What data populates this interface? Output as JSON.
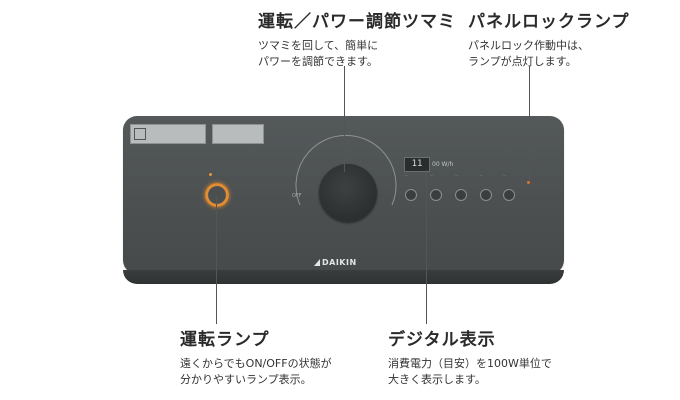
{
  "callouts": {
    "power_knob": {
      "title": "運転／パワー調節ツマミ",
      "desc1": "ツマミを回して、簡単に",
      "desc2": "パワーを調節できます。"
    },
    "panel_lock": {
      "title": "パネルロックランプ",
      "desc1": "パネルロック作動中は、",
      "desc2": "ランプが点灯します。"
    },
    "run_lamp": {
      "title": "運転ランプ",
      "desc1": "遠くからでもON/OFFの状態が",
      "desc2": "分かりやすいランプ表示。"
    },
    "digital": {
      "title": "デジタル表示",
      "desc1": "消費電力（目安）を100W単位で",
      "desc2": "大きく表示します。"
    }
  },
  "device": {
    "off_label": "OFF",
    "digital_value": "11",
    "digital_unit": "00 W/h",
    "brand": "DAIKIN"
  },
  "colors": {
    "lamp": "#e9953a",
    "body": "#4f5354",
    "text": "#2e2e2e"
  }
}
